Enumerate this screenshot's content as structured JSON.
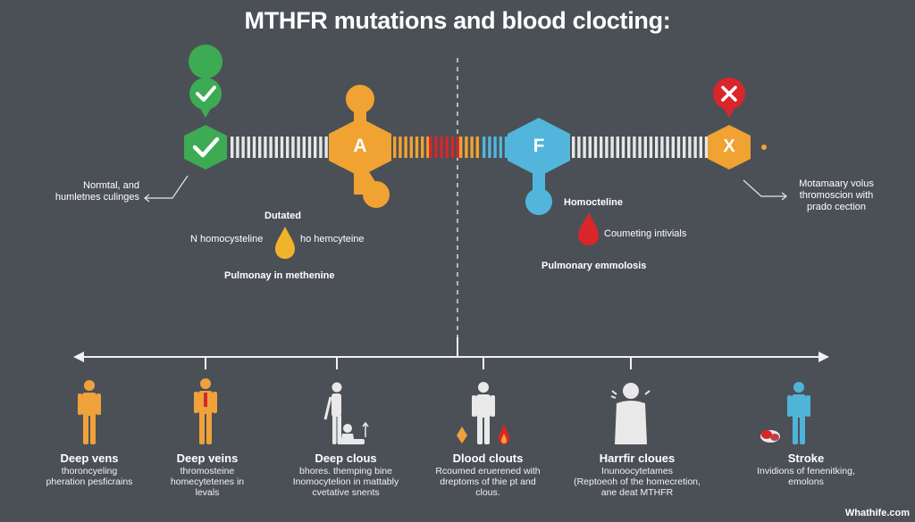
{
  "title": "MTHFR mutations and blood clocting:",
  "top_left": {
    "normal_label": [
      "Normtal, and",
      "humletnes culinges"
    ],
    "dutated": "Dutated",
    "left_small": "N homocysteline",
    "right_small": "ho hemcyteine",
    "pulmonary": "Pulmonay in methenine",
    "node_a": "A"
  },
  "top_right": {
    "node_f": "F",
    "node_x": "X",
    "homocteline": "Homocteline",
    "coumeting": "Coumeting intivials",
    "pulmonary": "Pulmonary emmolosis",
    "right_label": [
      "Motamaary volus",
      "thromoscion with",
      "prado cection"
    ]
  },
  "captions": [
    {
      "head": "Deep vens",
      "lines": [
        "thoroncyeling",
        "pheration pesficrains"
      ]
    },
    {
      "head": "Deep veins",
      "lines": [
        "thromosteine",
        "homecytetenes in",
        "levals"
      ]
    },
    {
      "head": "Deep clous",
      "lines": [
        "bhores. themping bine",
        "Inomocytelion in mattably",
        "cvetative snents"
      ]
    },
    {
      "head": "Dlood clouts",
      "lines": [
        "Rcoumed eruerened with",
        "dreptoms of thie pt and",
        "clous."
      ]
    },
    {
      "head": "Harrfir cloues",
      "lines": [
        "Inunoocytetames",
        "(Reptoeoh of the homecretion,",
        "ane deat MTHFR"
      ]
    },
    {
      "head": "Stroke",
      "lines": [
        "Invidions of fenenitking,",
        "emolons"
      ]
    }
  ],
  "watermark": "Whathife.com",
  "colors": {
    "background": "#4b5056",
    "green": "#3daa54",
    "orange": "#f0a232",
    "red": "#d8262b",
    "blue": "#52b6dc",
    "figure_orange": "#efa23a",
    "figure_white": "#e9e9e9",
    "figure_blue": "#4fb4d8"
  },
  "icons": {
    "check": "check-icon",
    "cross": "cross-icon",
    "drop": "blood-drop-icon",
    "person": "person-icon"
  }
}
